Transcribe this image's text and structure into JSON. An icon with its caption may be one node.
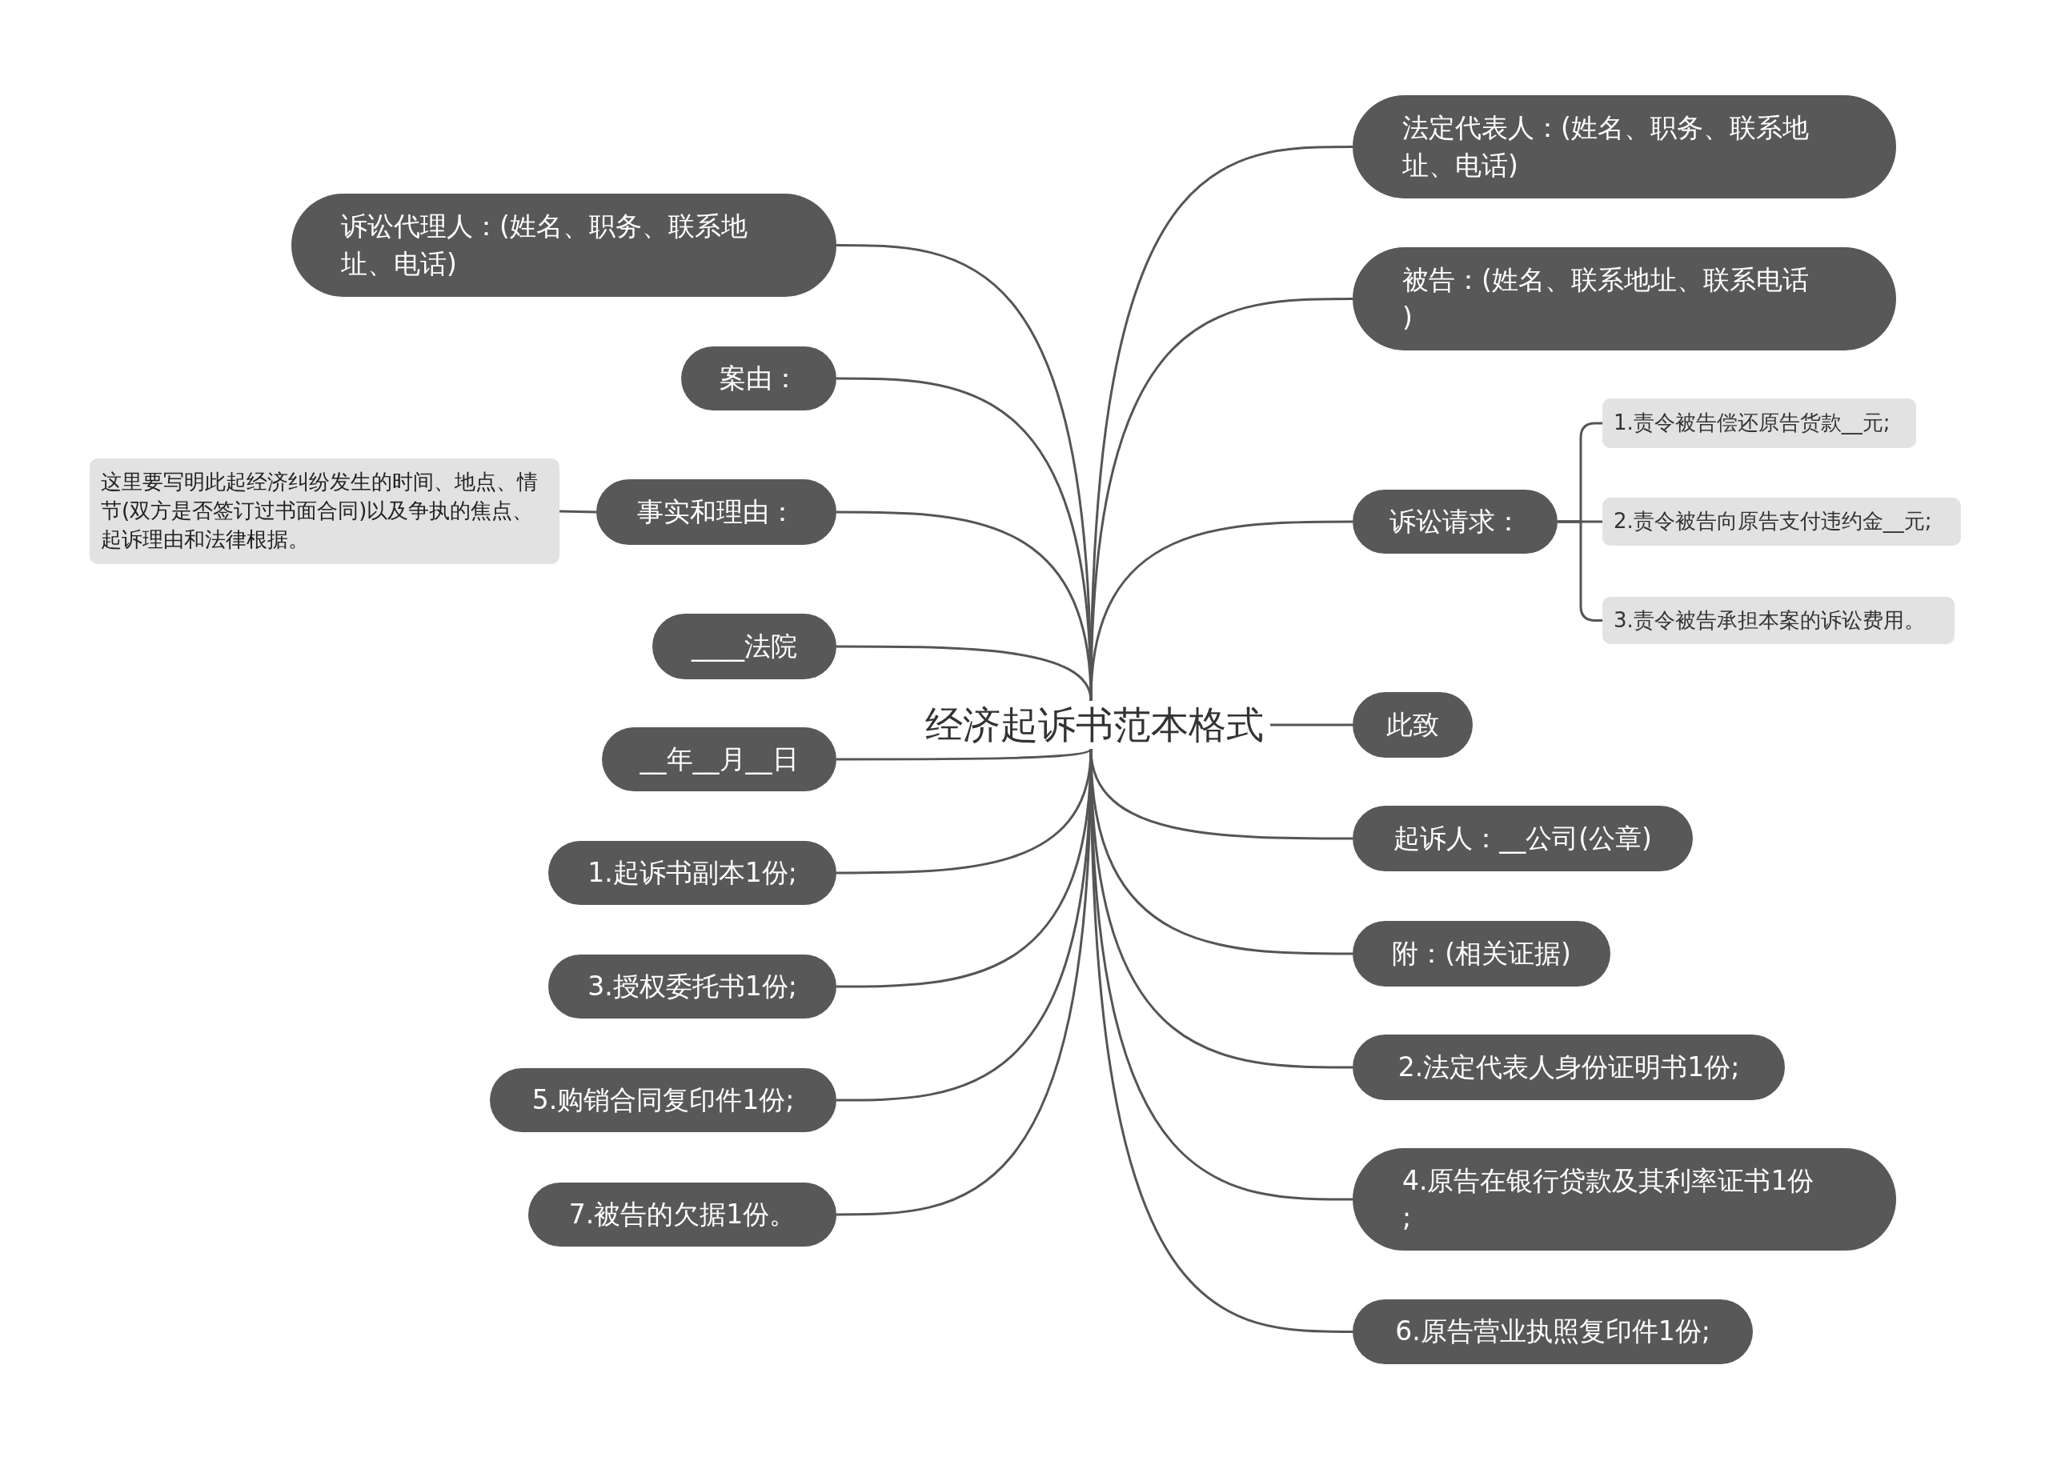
{
  "diagram": {
    "nodes": [
      {
        "text": [
          "经济起诉书范本格式"
        ]
      },
      {
        "text": [
          "法定代表人：(姓名、职务、联系地址、电话)"
        ]
      },
      {
        "text": [
          "被告：(姓名、联系地址、联系电话)"
        ]
      },
      {
        "text": [
          "诉讼请求："
        ]
      },
      {
        "text": [
          "1.责令被告偿还原告货款__元;"
        ]
      },
      {
        "text": [
          "2.责令被告向原告支付违约金__元;"
        ]
      },
      {
        "text": [
          "3.责令被告承担本案的诉讼费用。"
        ]
      },
      {
        "text": [
          "此致"
        ]
      },
      {
        "text": [
          "起诉人：__公司(公章)"
        ]
      },
      {
        "text": [
          "附：(相关证据)"
        ]
      },
      {
        "text": [
          "2.法定代表人身份证明书1份;"
        ]
      },
      {
        "text": [
          "4.原告在银行贷款及其利率证书1份;"
        ]
      },
      {
        "text": [
          "6.原告营业执照复印件1份;"
        ]
      },
      {
        "text": [
          "诉讼代理人：(姓名、职务、联系地址、电话)"
        ]
      },
      {
        "text": [
          "案由："
        ]
      },
      {
        "text": [
          "事实和理由："
        ]
      },
      {
        "text": [
          "这里要写明此起经济纠纷发生的时间、地点、情节(双方是否签订过书面合同)以及争执的焦点、起诉理由和法律根据。"
        ]
      },
      {
        "text": [
          "____法院"
        ]
      },
      {
        "text": [
          "__年__月__日"
        ]
      },
      {
        "text": [
          "1.起诉书副本1份;"
        ]
      },
      {
        "text": [
          "3.授权委托书1份;"
        ]
      },
      {
        "text": [
          "5.购销合同复印件1份;"
        ]
      },
      {
        "text": [
          "7.被告的欠据1份。"
        ]
      }
    ],
    "edges": [
      {
        "from": 0,
        "to": 1,
        "arrow": "none"
      },
      {
        "from": 0,
        "to": 2,
        "arrow": "none"
      },
      {
        "from": 0,
        "to": 3,
        "arrow": "none"
      },
      {
        "from": 3,
        "to": 4,
        "arrow": "none"
      },
      {
        "from": 3,
        "to": 5,
        "arrow": "none"
      },
      {
        "from": 3,
        "to": 6,
        "arrow": "none"
      },
      {
        "from": 0,
        "to": 7,
        "arrow": "none"
      },
      {
        "from": 0,
        "to": 8,
        "arrow": "none"
      },
      {
        "from": 0,
        "to": 9,
        "arrow": "none"
      },
      {
        "from": 0,
        "to": 10,
        "arrow": "none"
      },
      {
        "from": 0,
        "to": 11,
        "arrow": "none"
      },
      {
        "from": 0,
        "to": 12,
        "arrow": "none"
      },
      {
        "from": 0,
        "to": 13,
        "arrow": "none"
      },
      {
        "from": 0,
        "to": 14,
        "arrow": "none"
      },
      {
        "from": 0,
        "to": 15,
        "arrow": "none"
      },
      {
        "from": 15,
        "to": 16,
        "arrow": "none"
      },
      {
        "from": 0,
        "to": 17,
        "arrow": "none"
      },
      {
        "from": 0,
        "to": 18,
        "arrow": "none"
      },
      {
        "from": 0,
        "to": 19,
        "arrow": "none"
      },
      {
        "from": 0,
        "to": 20,
        "arrow": "none"
      },
      {
        "from": 0,
        "to": 21,
        "arrow": "none"
      },
      {
        "from": 0,
        "to": 22,
        "arrow": "none"
      }
    ]
  }
}
